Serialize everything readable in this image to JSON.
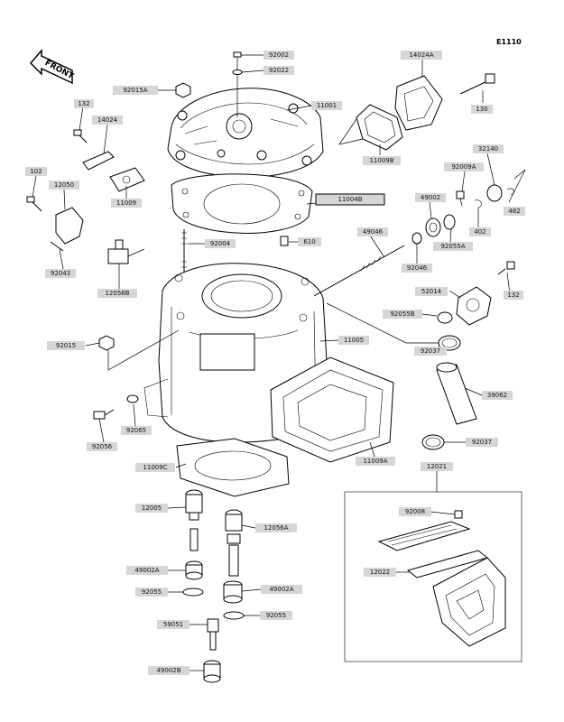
{
  "diagram": {
    "ref_code": "E1110",
    "front_label": "FRONT",
    "labels": {
      "p92002": "92002",
      "p92022": "92022",
      "p92015A": "92015A",
      "p11001": "11001",
      "p14024A": "14024A",
      "p130a": "130",
      "p132a": "132",
      "p14024": "14024",
      "p11009B": "11009B",
      "p102": "102",
      "p12050": "12050",
      "p11009": "11009",
      "p32140": "32140",
      "p92009A": "92009A",
      "p482": "482",
      "p11004B": "11004B",
      "p49002": "49002",
      "p402": "402",
      "p92043": "92043",
      "p92004": "92004",
      "p610": "610",
      "p49046": "49046",
      "p92055A": "92055A",
      "p92046": "92046",
      "p12056B": "12056B",
      "p132b": "132",
      "p52014": "52014",
      "p92055B": "92055B",
      "p92015": "92015",
      "p11005": "11005",
      "p92037a": "92037",
      "p39062": "39062",
      "p92065": "92065",
      "p92056": "92056",
      "p92037b": "92037",
      "p11009C": "11009C",
      "p11009A": "11009A",
      "p12021": "12021",
      "p12005": "12005",
      "p92008": "92008",
      "p12056A": "12056A",
      "p12022": "12022",
      "p49002A": "49002A",
      "p92055c": "92055",
      "p49002A2": "49002A",
      "p92055d": "92055",
      "p59051": "59051",
      "p49002B": "49002B"
    }
  }
}
